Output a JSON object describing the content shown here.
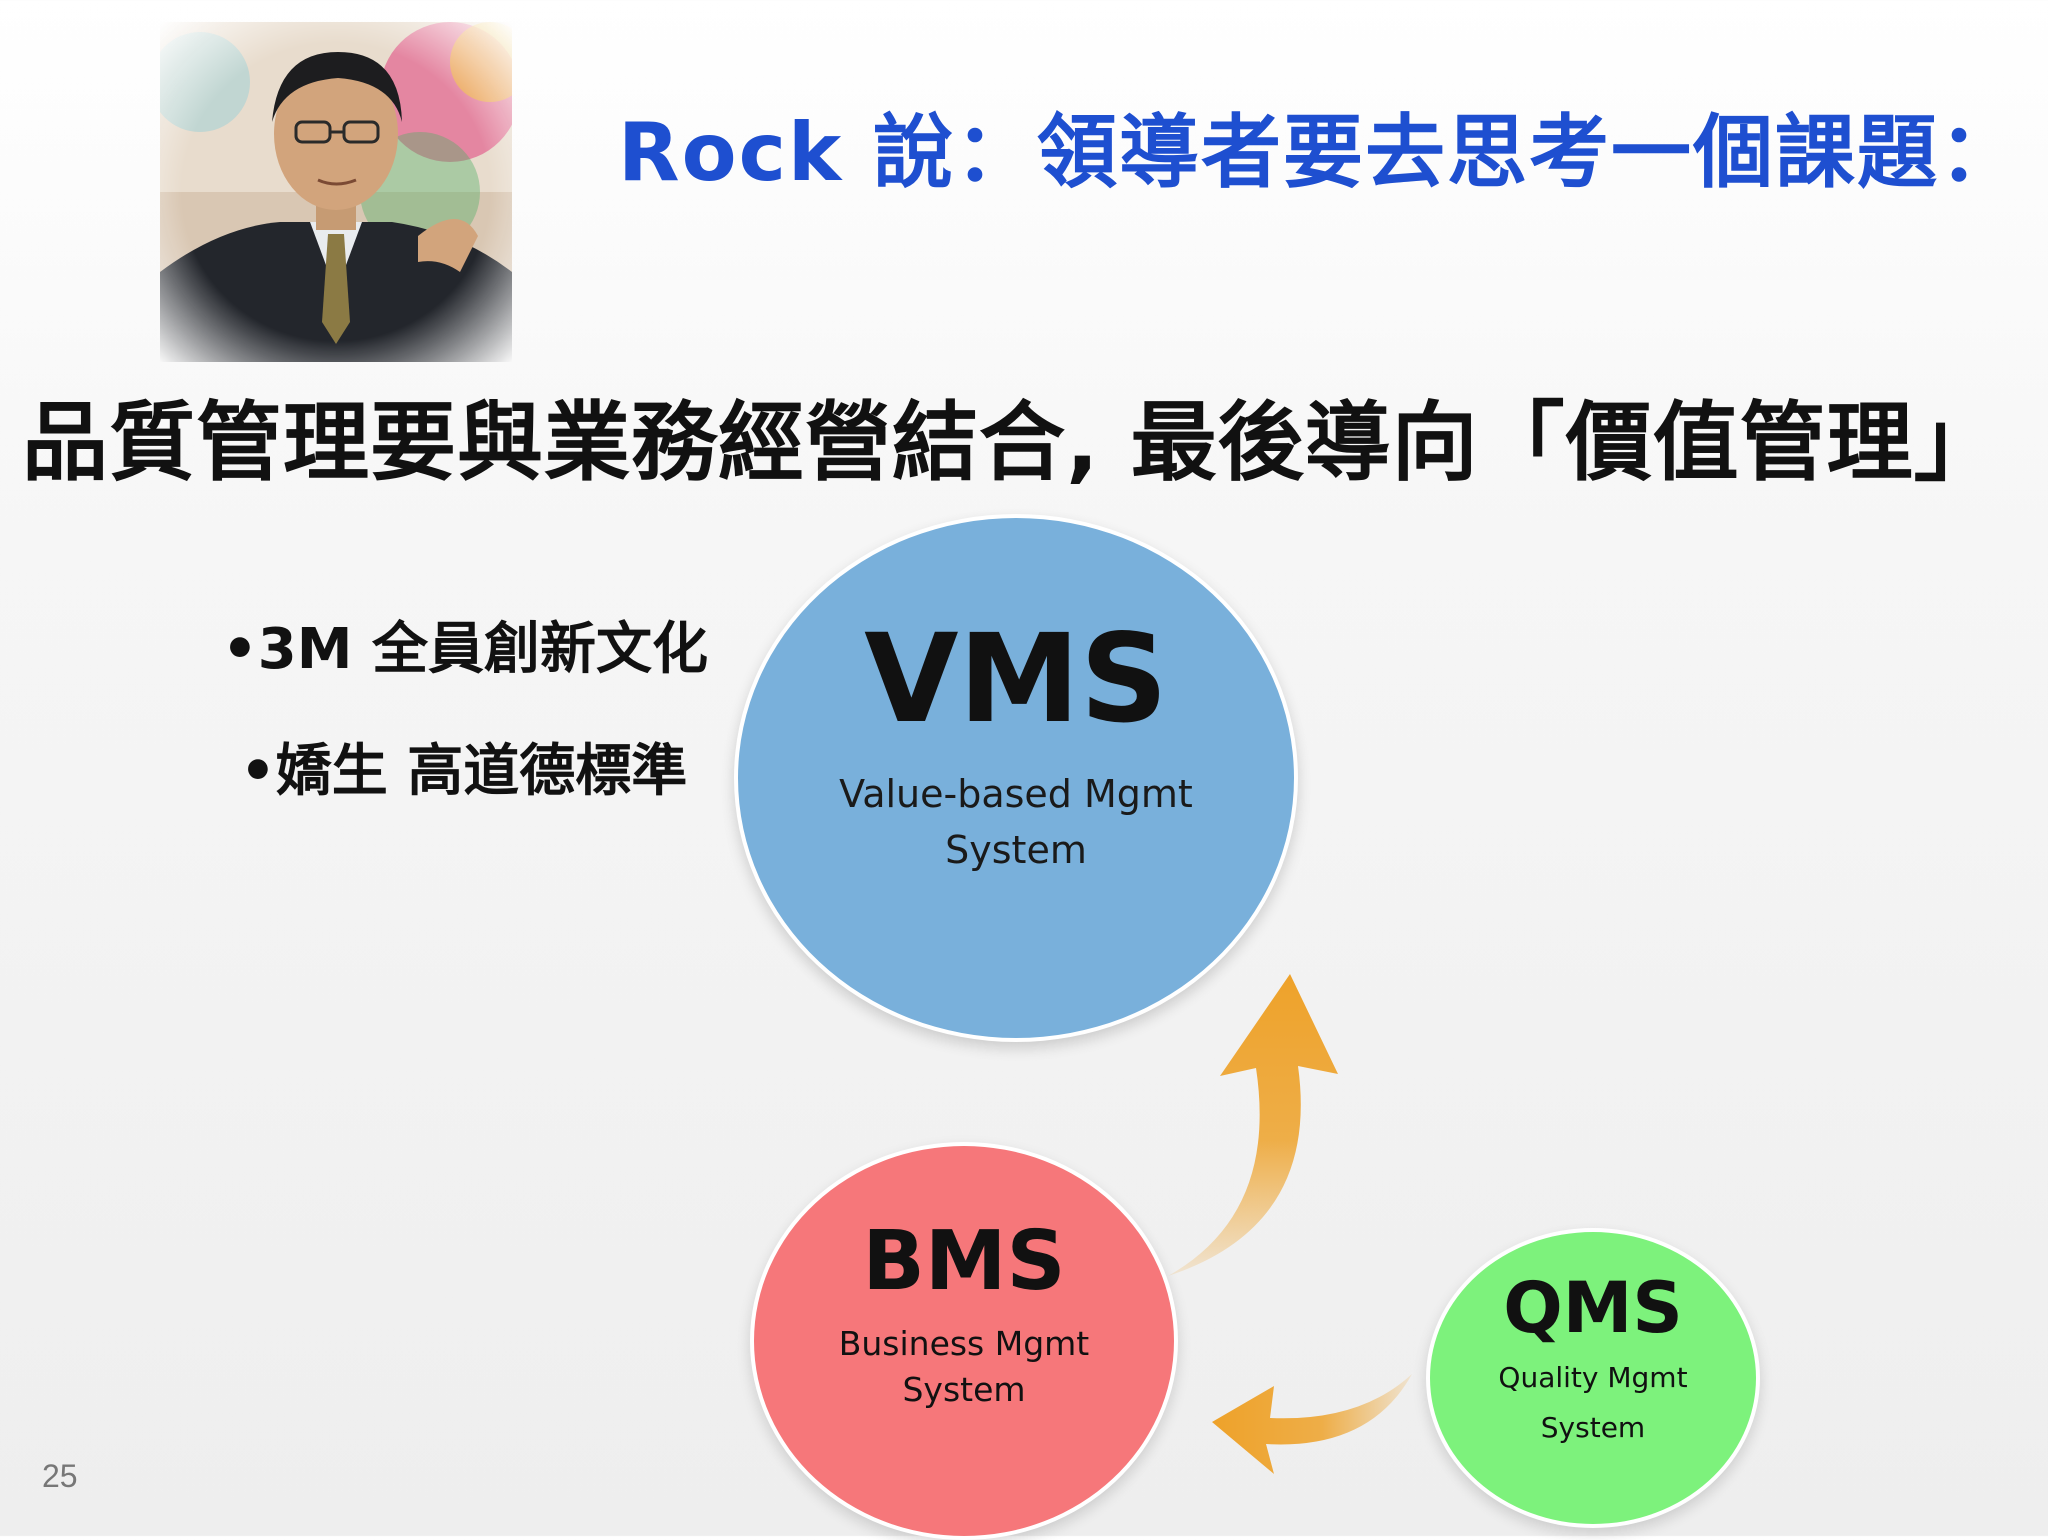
{
  "title": "Rock 說：領導者要去思考一個課題：",
  "headline": "品質管理要與業務經營結合, 最後導向「價值管理」",
  "bullets": [
    "•3M 全員創新文化",
    "•嬌生 高道德標準"
  ],
  "diagram": {
    "nodes": {
      "vms": {
        "abbr": "VMS",
        "line1": "Value-based Mgmt",
        "line2": "System",
        "color": "#79b0db"
      },
      "bms": {
        "abbr": "BMS",
        "line1": "Business Mgmt",
        "line2": "System",
        "color": "#f6777a"
      },
      "qms": {
        "abbr": "QMS",
        "line1": "Quality Mgmt",
        "line2": "System",
        "color": "#7df27c"
      }
    },
    "arrows": [
      {
        "from": "QMS",
        "to": "BMS",
        "icon": "curved-arrow-left-icon"
      },
      {
        "from": "BMS",
        "to": "VMS",
        "icon": "curved-arrow-up-icon"
      }
    ],
    "arrow_color": "#eea22a"
  },
  "photo": {
    "icon": "presenter-portrait",
    "description_visible": false
  },
  "page_number": "25"
}
